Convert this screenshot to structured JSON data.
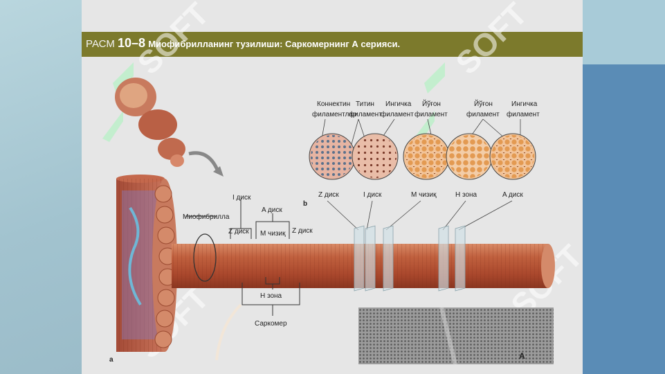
{
  "title": {
    "prefix": "РАСМ",
    "number": "10–8",
    "text": "Миофибрилланинг тузилиши: Саркомернинг А серияси."
  },
  "labels": {
    "panel_a": "a",
    "panel_b": "b",
    "myofibril": "Миофибрилла",
    "i_disc": "I диск",
    "a_disc_top": "A диск",
    "z_disc_left": "Z диск",
    "m_line": "M чизиқ",
    "z_disc_right": "Z диск",
    "h_zone": "H зона",
    "sarcomere": "Саркомер",
    "em_label": "A"
  },
  "cross_sections": {
    "headers": [
      {
        "l1": "Коннектин",
        "l2": "филаментлар"
      },
      {
        "l1": "Титин",
        "l2": "филамент"
      },
      {
        "l1": "Ингичка",
        "l2": "филамент"
      },
      {
        "l1": "Йўғон",
        "l2": "филамент"
      },
      {
        "l1": "Йўғон",
        "l2": "филамент"
      },
      {
        "l1": "Ингичка",
        "l2": "филамент"
      }
    ],
    "items": [
      "Z диск",
      "I диск",
      "M чизиқ",
      "H зона",
      "A диск"
    ]
  },
  "watermark": "SOFT",
  "colors": {
    "title_bar": "#7c7a2c",
    "muscle": "#b5563a",
    "slide_bg": "#e6e6e6",
    "right_block": "#5a8cb6"
  }
}
